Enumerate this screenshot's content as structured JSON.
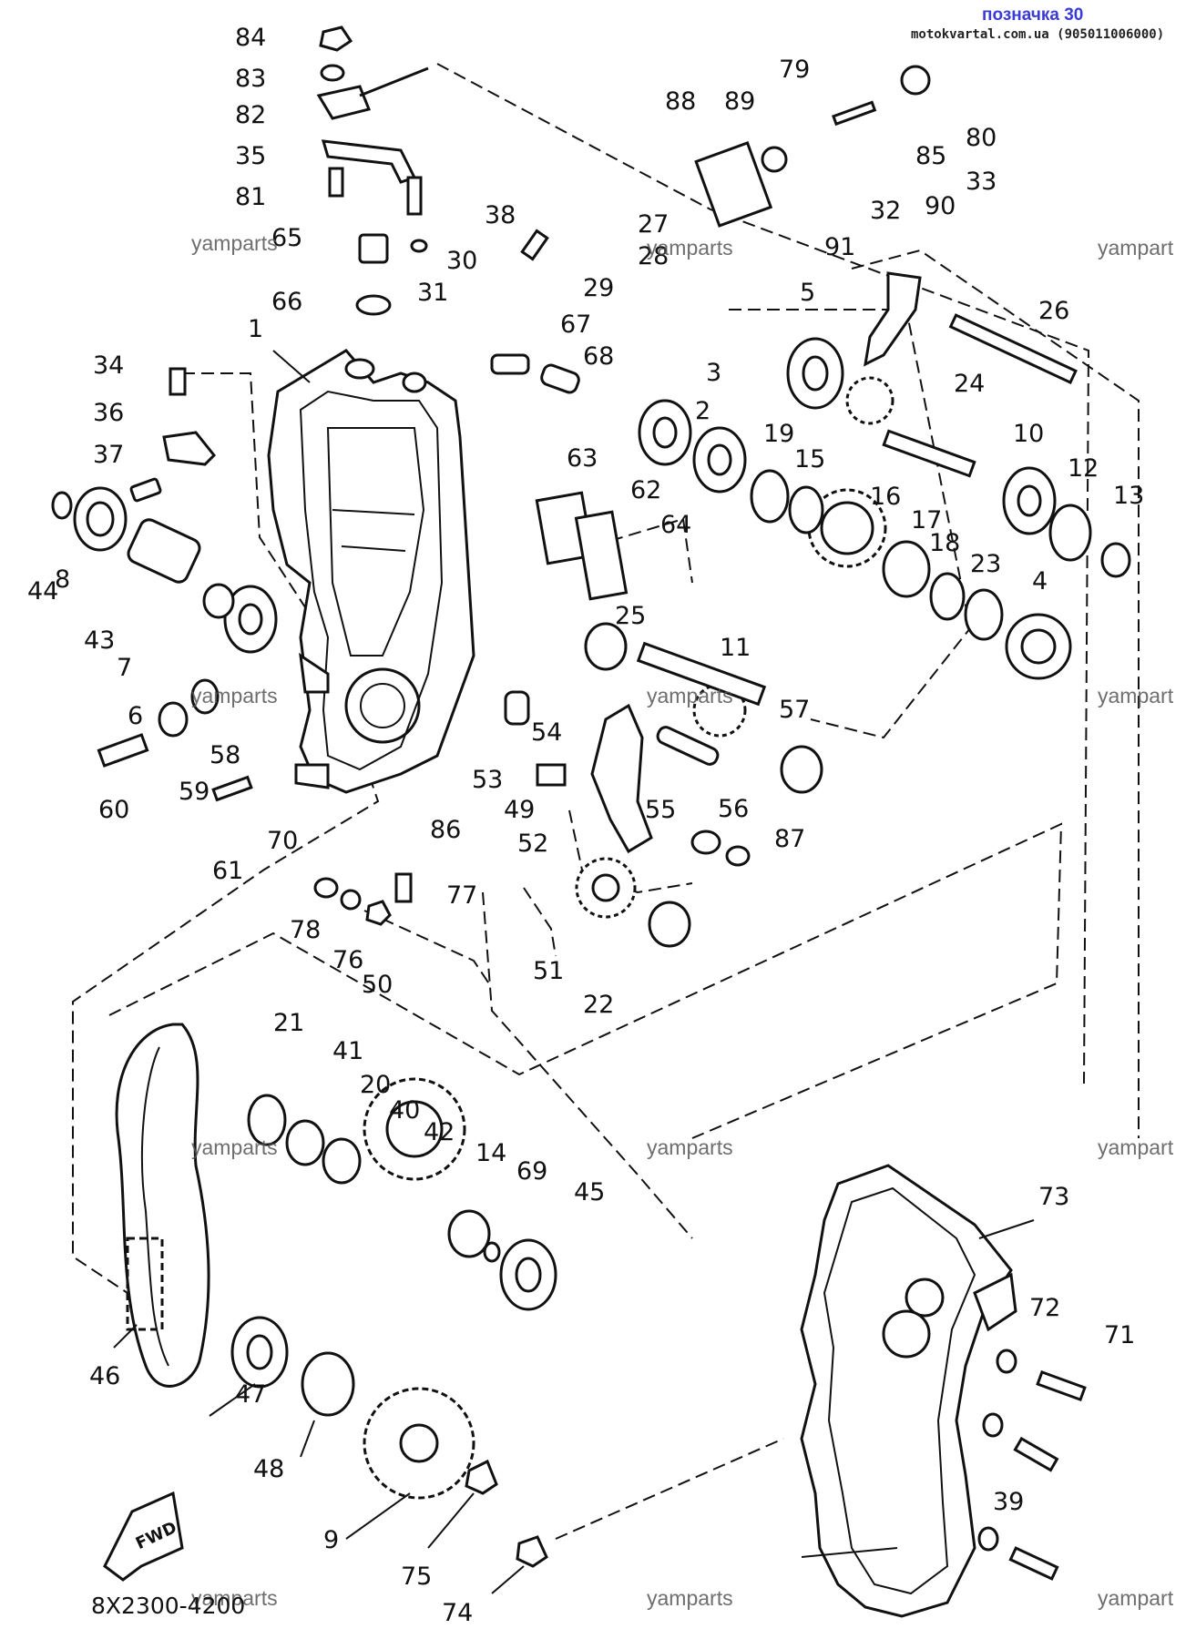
{
  "header": {
    "title": "позначка 30",
    "site": "motokvartal.com.ua (905011006000)"
  },
  "diagram_code": "8X2300-4200",
  "fwd_label": "FWD",
  "watermark": "yamparts",
  "watermark_cut": "yampart",
  "part_numbers": [
    "84",
    "83",
    "82",
    "35",
    "81",
    "65",
    "66",
    "38",
    "27",
    "28",
    "30",
    "31",
    "29",
    "67",
    "68",
    "88",
    "89",
    "79",
    "80",
    "85",
    "90",
    "91",
    "33",
    "32",
    "26",
    "34",
    "36",
    "37",
    "44",
    "8",
    "43",
    "7",
    "6",
    "1",
    "63",
    "62",
    "64",
    "3",
    "2",
    "5",
    "24",
    "19",
    "15",
    "16",
    "10",
    "12",
    "13",
    "17",
    "18",
    "23",
    "4",
    "25",
    "11",
    "57",
    "58",
    "59",
    "60",
    "61",
    "70",
    "53",
    "54",
    "49",
    "52",
    "55",
    "56",
    "87",
    "86",
    "77",
    "78",
    "76",
    "50",
    "51",
    "22",
    "21",
    "41",
    "20",
    "40",
    "42",
    "14",
    "69",
    "45",
    "46",
    "47",
    "48",
    "9",
    "75",
    "74",
    "73",
    "72",
    "71",
    "39"
  ]
}
